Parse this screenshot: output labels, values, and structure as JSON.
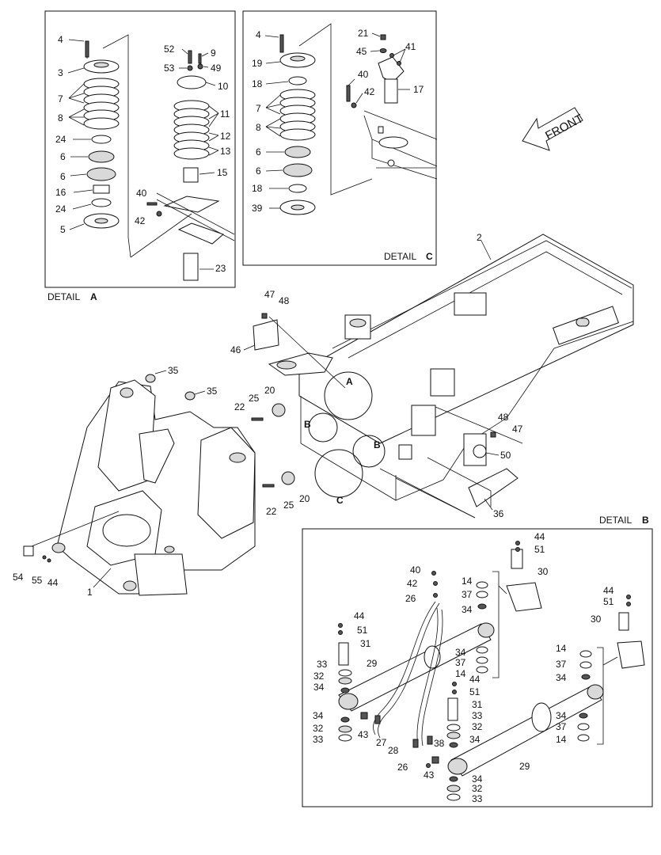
{
  "details": {
    "a": {
      "caption": "DETAIL",
      "letter": "A"
    },
    "b": {
      "caption": "DETAIL",
      "letter": "B"
    },
    "c": {
      "caption": "DETAIL",
      "letter": "C"
    }
  },
  "front_label": "FRONT",
  "callouts": {
    "a_4": "4",
    "a_3": "3",
    "a_7": "7",
    "a_8": "8",
    "a_24": "24",
    "a_6a": "6",
    "a_6b": "6",
    "a_16": "16",
    "a_24b": "24",
    "a_5": "5",
    "a_52": "52",
    "a_9": "9",
    "a_53": "53",
    "a_49": "49",
    "a_10": "10",
    "a_11": "11",
    "a_12": "12",
    "a_13": "13",
    "a_15": "15",
    "a_40": "40",
    "a_42": "42",
    "a_23": "23",
    "c_4": "4",
    "c_19": "19",
    "c_18": "18",
    "c_7": "7",
    "c_8": "8",
    "c_6a": "6",
    "c_6b": "6",
    "c_18b": "18",
    "c_39": "39",
    "c_21": "21",
    "c_45": "45",
    "c_41": "41",
    "c_40": "40",
    "c_42": "42",
    "c_17": "17",
    "m_2": "2",
    "m_47a": "47",
    "m_48a": "48",
    "m_46": "46",
    "m_35a": "35",
    "m_35b": "35",
    "m_20a": "20",
    "m_25a": "25",
    "m_22a": "22",
    "m_A": "A",
    "m_Ba": "B",
    "m_Bb": "B",
    "m_C": "C",
    "m_48b": "48",
    "m_47b": "47",
    "m_50": "50",
    "m_36": "36",
    "m_20b": "20",
    "m_25b": "25",
    "m_22b": "22",
    "m_54": "54",
    "m_55": "55",
    "m_44": "44",
    "m_1": "1",
    "b_44a": "44",
    "b_51a": "51",
    "b_30a": "30",
    "b_40": "40",
    "b_42": "42",
    "b_26a": "26",
    "b_14a": "14",
    "b_37a": "37",
    "b_34a": "34",
    "b_44b": "44",
    "b_51b": "51",
    "b_31a": "31",
    "b_30b": "30",
    "b_33a": "33",
    "b_32a": "32",
    "b_34b": "34",
    "b_29a": "29",
    "b_34c": "34",
    "b_37b": "37",
    "b_14b": "14",
    "b_44c": "44",
    "b_51c": "51",
    "b_14c": "14",
    "b_37c": "37",
    "b_34d": "34",
    "b_34e": "34",
    "b_32b": "32",
    "b_33b": "33",
    "b_43a": "43",
    "b_27": "27",
    "b_31b": "31",
    "b_33c": "33",
    "b_32c": "32",
    "b_34f": "34",
    "b_14d": "14",
    "b_37d": "37",
    "b_14e": "14",
    "b_38": "38",
    "b_28": "28",
    "b_26b": "26",
    "b_43b": "43",
    "b_29b": "29",
    "b_34g": "34",
    "b_32d": "32",
    "b_33d": "33"
  }
}
